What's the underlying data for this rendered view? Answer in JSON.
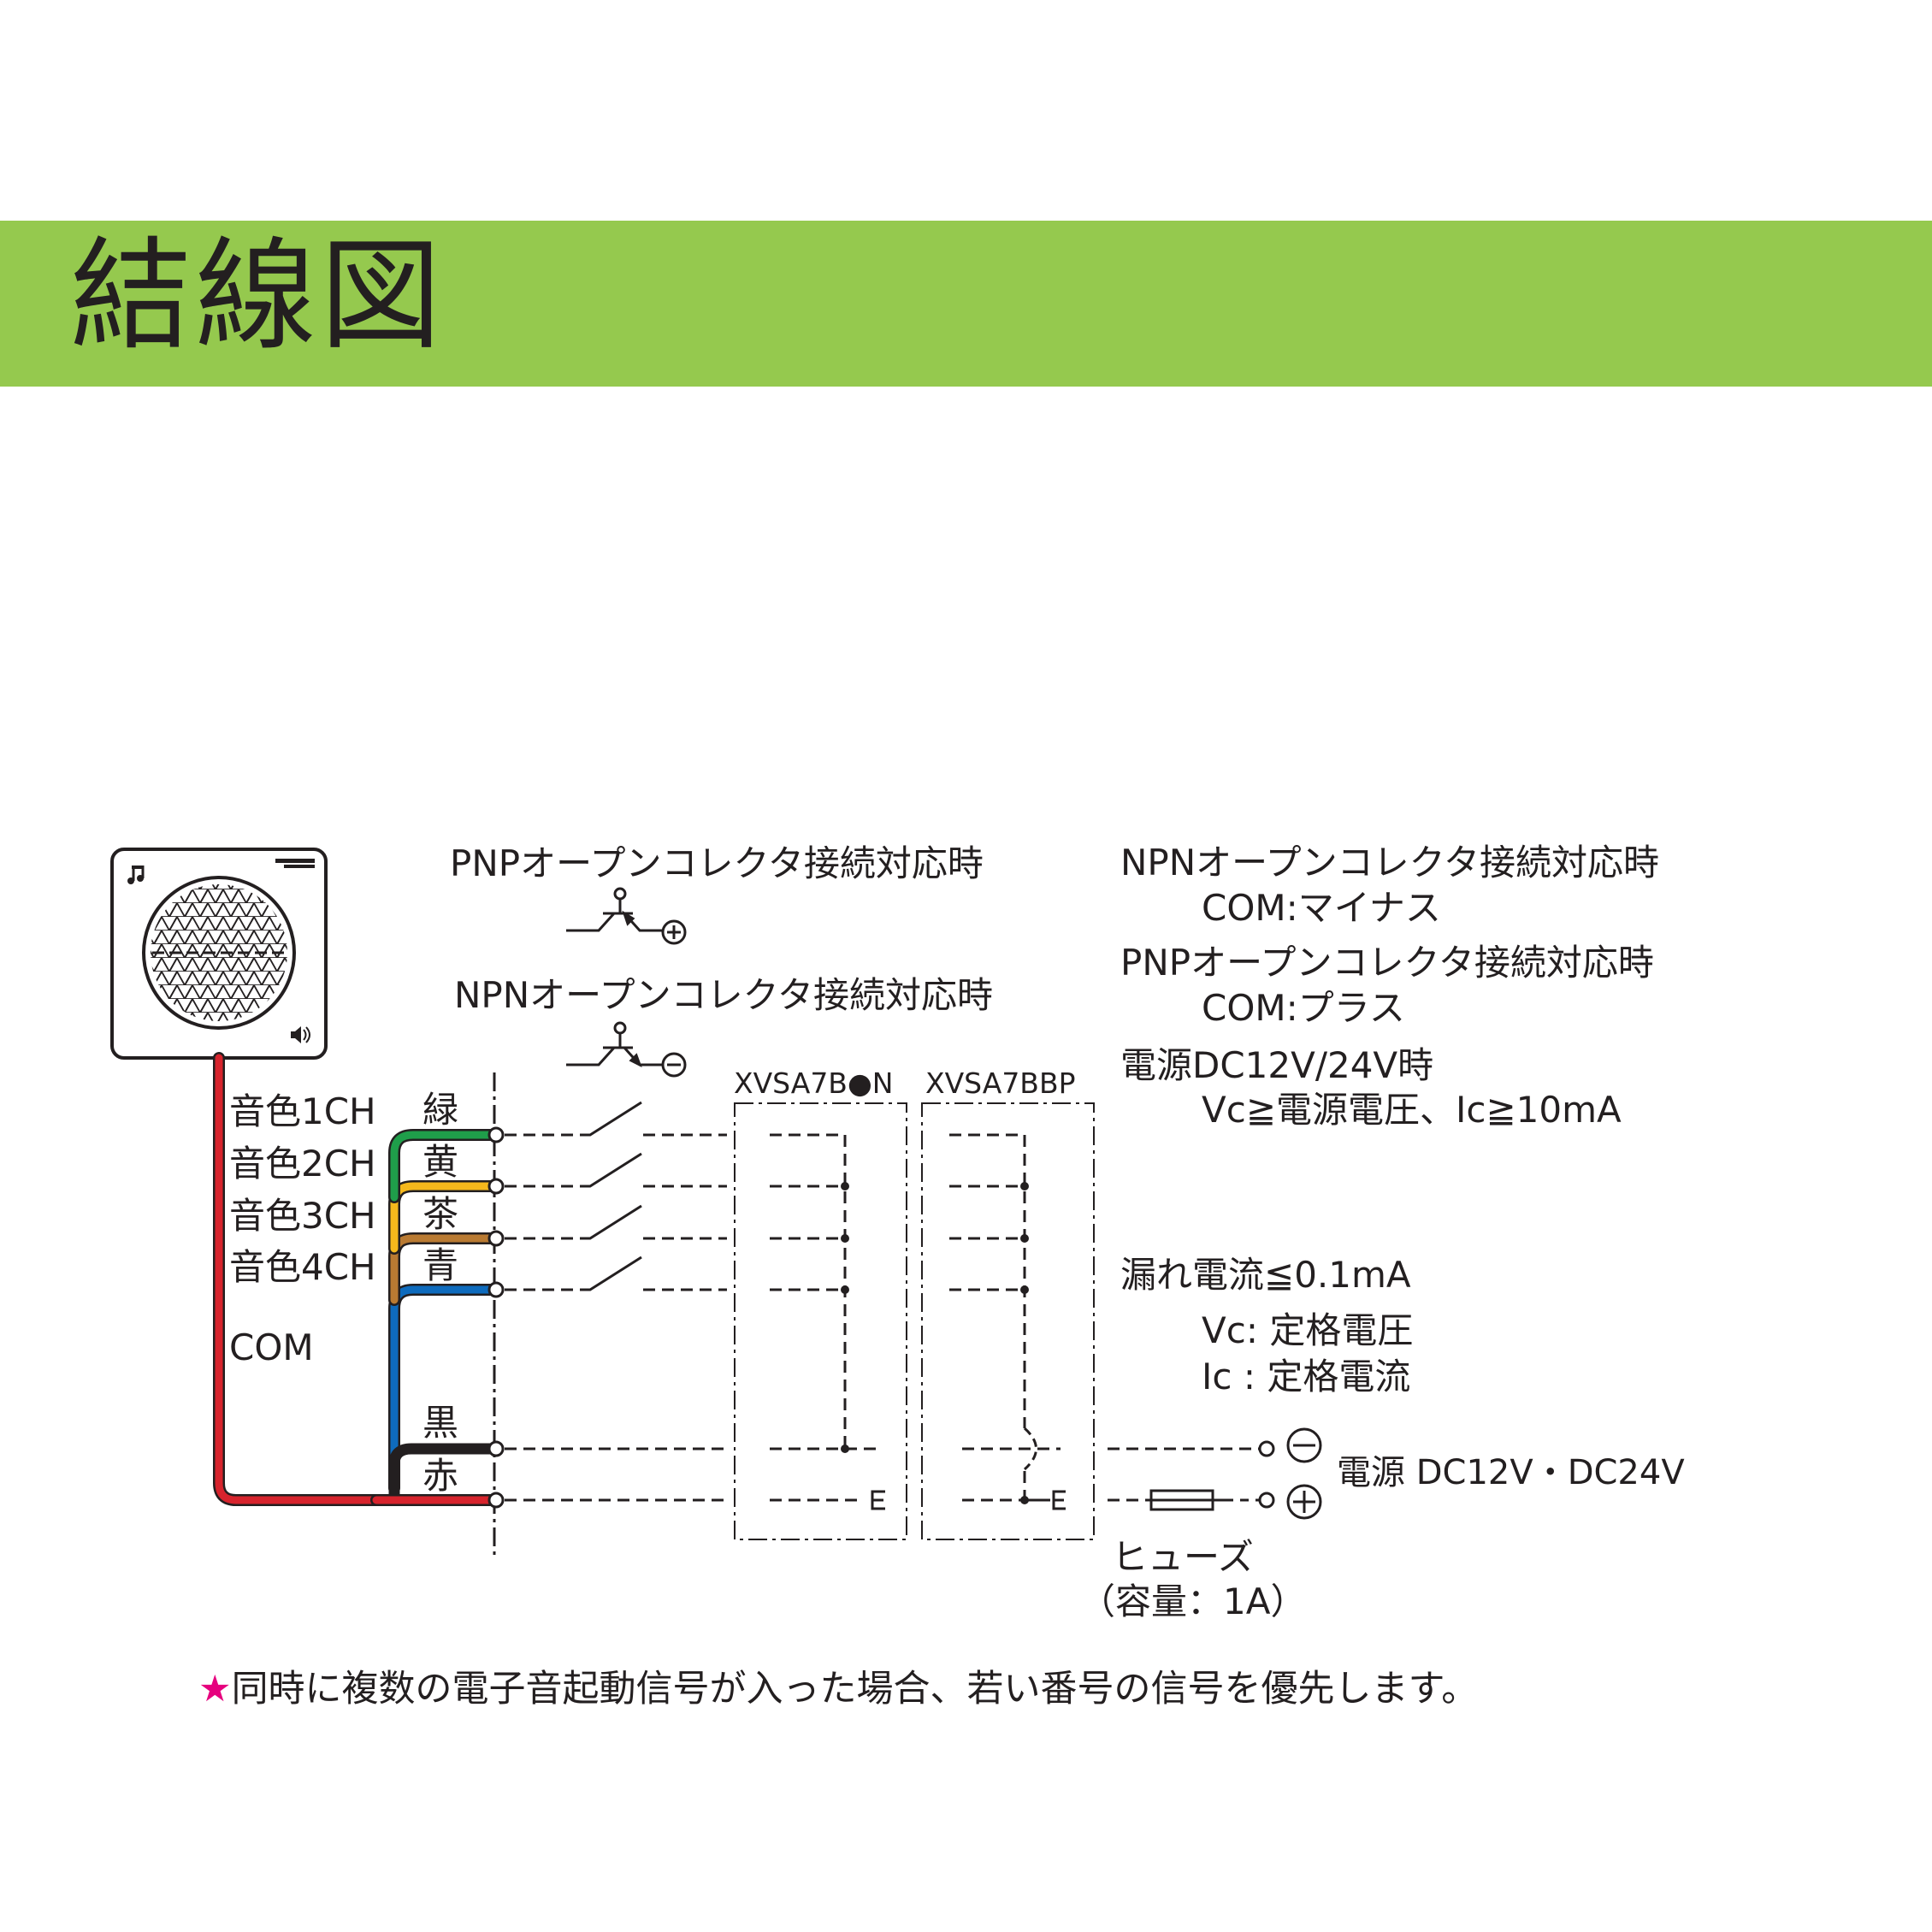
{
  "header": {
    "title": "結線図",
    "banner_color": "#95c94e"
  },
  "device": {
    "name": "speaker-unit",
    "icons": [
      "music-note-icon",
      "brand-logo",
      "speaker-volume-icon"
    ]
  },
  "signals": {
    "channels": [
      {
        "label": "音色1CH",
        "wire": "緑",
        "color": "#1f9e4a"
      },
      {
        "label": "音色2CH",
        "wire": "黄",
        "color": "#f5b81c"
      },
      {
        "label": "音色3CH",
        "wire": "茶",
        "color": "#b97a32"
      },
      {
        "label": "音色4CH",
        "wire": "青",
        "color": "#0e6bbd"
      }
    ],
    "com_label": "COM",
    "power_wires": [
      {
        "wire": "黒",
        "color": "#231f20"
      },
      {
        "wire": "赤",
        "color": "#d7242d"
      }
    ]
  },
  "transistors": {
    "pnp": {
      "title": "PNPオープンコレクタ接続対応時",
      "terminal": "⊕"
    },
    "npn": {
      "title": "NPNオープンコレクタ接続対応時",
      "terminal": "⊖"
    }
  },
  "models": {
    "left": "XVSA7B●N",
    "right": "XVSA7BBP"
  },
  "notes_right": {
    "npn_line1": "NPNオープンコレクタ接続対応時",
    "npn_line2": "COM:マイナス",
    "pnp_line1": "PNPオープンコレクタ接続対応時",
    "pnp_line2": "COM:プラス",
    "power_line1": "電源DC12V/24V時",
    "power_line2": "Vc≧電源電圧、Ic≧10mA",
    "leak_line1": "漏れ電流≦0.1mA",
    "leak_line2": "Vc: 定格電圧",
    "leak_line3": "Ic : 定格電流"
  },
  "power_supply": {
    "label": "電源 DC12V・DC24V",
    "minus": "⊖",
    "plus": "⊕"
  },
  "fuse": {
    "label": "ヒューズ",
    "capacity": "（容量：1A）"
  },
  "footnote": {
    "star": "★",
    "text": "同時に複数の電子音起動信号が入った場合、若い番号の信号を優先します。",
    "star_color": "#e6007e"
  }
}
